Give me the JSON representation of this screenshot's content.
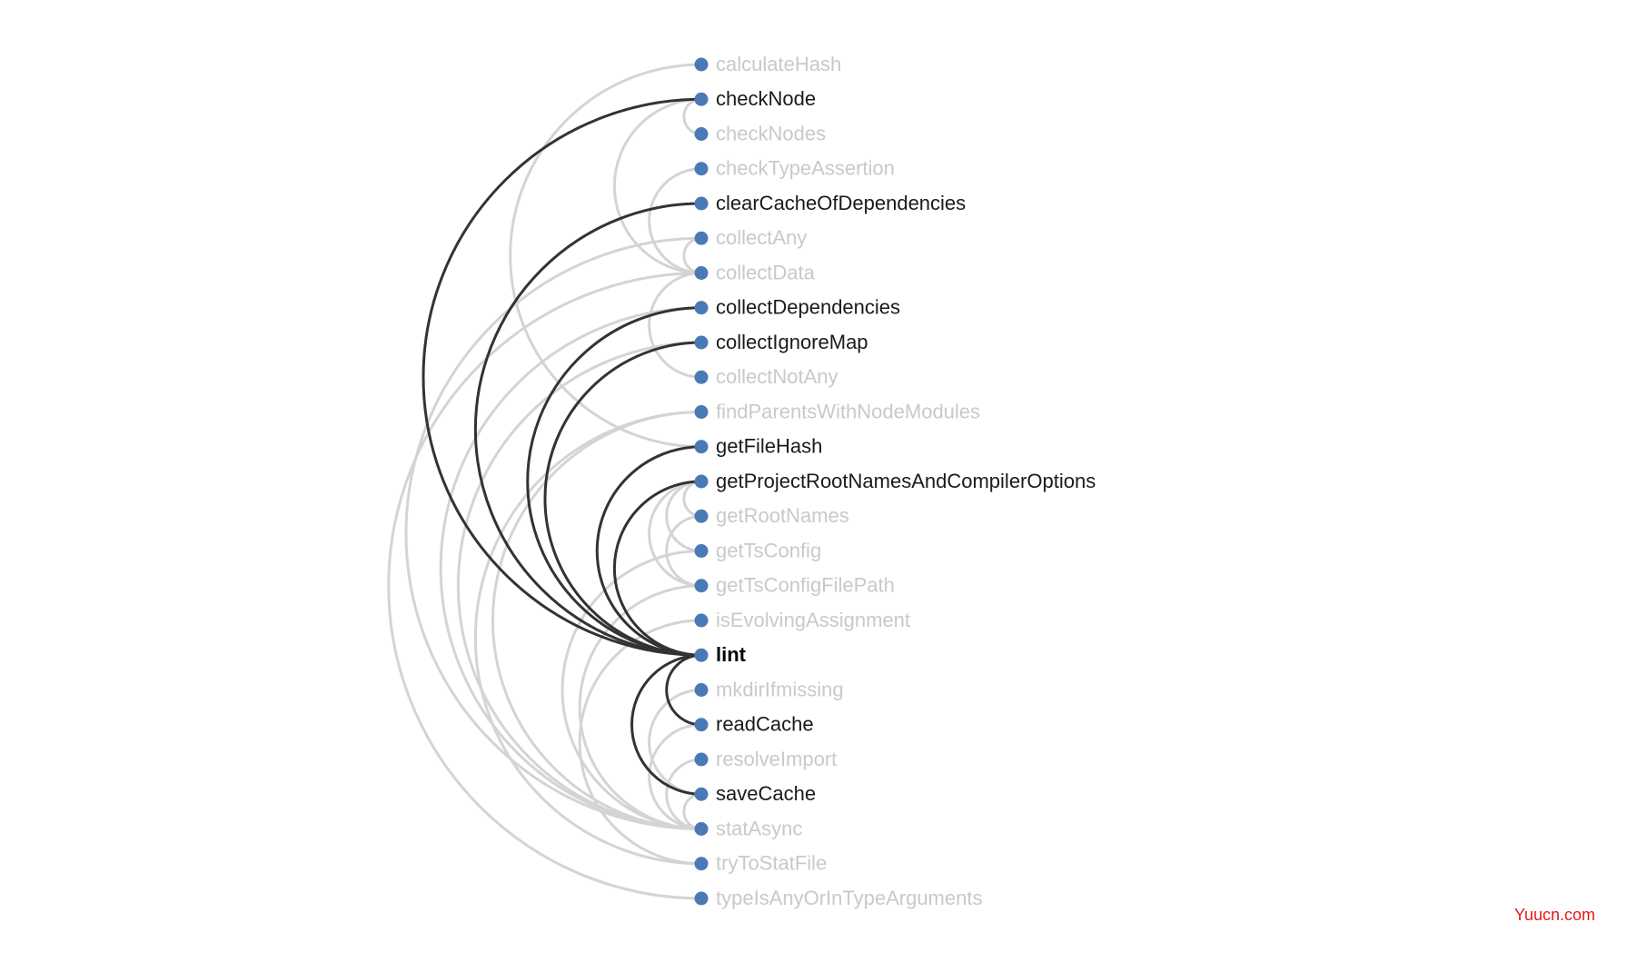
{
  "diagram": {
    "focus_node": "lint",
    "nodes": [
      {
        "name": "calculateHash",
        "state": "dim"
      },
      {
        "name": "checkNode",
        "state": "highlight"
      },
      {
        "name": "checkNodes",
        "state": "dim"
      },
      {
        "name": "checkTypeAssertion",
        "state": "dim"
      },
      {
        "name": "clearCacheOfDependencies",
        "state": "highlight"
      },
      {
        "name": "collectAny",
        "state": "dim"
      },
      {
        "name": "collectData",
        "state": "dim"
      },
      {
        "name": "collectDependencies",
        "state": "highlight"
      },
      {
        "name": "collectIgnoreMap",
        "state": "highlight"
      },
      {
        "name": "collectNotAny",
        "state": "dim"
      },
      {
        "name": "findParentsWithNodeModules",
        "state": "dim"
      },
      {
        "name": "getFileHash",
        "state": "highlight"
      },
      {
        "name": "getProjectRootNamesAndCompilerOptions",
        "state": "highlight"
      },
      {
        "name": "getRootNames",
        "state": "dim"
      },
      {
        "name": "getTsConfig",
        "state": "dim"
      },
      {
        "name": "getTsConfigFilePath",
        "state": "dim"
      },
      {
        "name": "isEvolvingAssignment",
        "state": "dim"
      },
      {
        "name": "lint",
        "state": "focus"
      },
      {
        "name": "mkdirIfmissing",
        "state": "dim"
      },
      {
        "name": "readCache",
        "state": "highlight"
      },
      {
        "name": "resolveImport",
        "state": "dim"
      },
      {
        "name": "saveCache",
        "state": "highlight"
      },
      {
        "name": "statAsync",
        "state": "dim"
      },
      {
        "name": "tryToStatFile",
        "state": "dim"
      },
      {
        "name": "typeIsAnyOrInTypeArguments",
        "state": "dim"
      }
    ],
    "links": [
      {
        "source": "lint",
        "target": "checkNode",
        "state": "highlight"
      },
      {
        "source": "lint",
        "target": "clearCacheOfDependencies",
        "state": "highlight"
      },
      {
        "source": "lint",
        "target": "collectDependencies",
        "state": "highlight"
      },
      {
        "source": "lint",
        "target": "collectIgnoreMap",
        "state": "highlight"
      },
      {
        "source": "lint",
        "target": "getFileHash",
        "state": "highlight"
      },
      {
        "source": "lint",
        "target": "getProjectRootNamesAndCompilerOptions",
        "state": "highlight"
      },
      {
        "source": "lint",
        "target": "readCache",
        "state": "highlight"
      },
      {
        "source": "lint",
        "target": "saveCache",
        "state": "highlight"
      },
      {
        "source": "calculateHash",
        "target": "getFileHash",
        "state": "dim"
      },
      {
        "source": "checkNode",
        "target": "checkNodes",
        "state": "dim"
      },
      {
        "source": "checkNode",
        "target": "collectData",
        "state": "dim"
      },
      {
        "source": "checkTypeAssertion",
        "target": "collectData",
        "state": "dim"
      },
      {
        "source": "collectAny",
        "target": "collectData",
        "state": "dim"
      },
      {
        "source": "collectData",
        "target": "collectNotAny",
        "state": "dim"
      },
      {
        "source": "collectData",
        "target": "typeIsAnyOrInTypeArguments",
        "state": "dim"
      },
      {
        "source": "collectAny",
        "target": "statAsync",
        "state": "dim"
      },
      {
        "source": "collectDependencies",
        "target": "statAsync",
        "state": "dim"
      },
      {
        "source": "collectIgnoreMap",
        "target": "statAsync",
        "state": "dim"
      },
      {
        "source": "findParentsWithNodeModules",
        "target": "tryToStatFile",
        "state": "dim"
      },
      {
        "source": "findParentsWithNodeModules",
        "target": "statAsync",
        "state": "dim"
      },
      {
        "source": "getProjectRootNamesAndCompilerOptions",
        "target": "getRootNames",
        "state": "dim"
      },
      {
        "source": "getProjectRootNamesAndCompilerOptions",
        "target": "getTsConfig",
        "state": "dim"
      },
      {
        "source": "getProjectRootNamesAndCompilerOptions",
        "target": "getTsConfigFilePath",
        "state": "dim"
      },
      {
        "source": "getRootNames",
        "target": "getTsConfigFilePath",
        "state": "dim"
      },
      {
        "source": "getTsConfig",
        "target": "statAsync",
        "state": "dim"
      },
      {
        "source": "getTsConfigFilePath",
        "target": "statAsync",
        "state": "dim"
      },
      {
        "source": "isEvolvingAssignment",
        "target": "tryToStatFile",
        "state": "dim"
      },
      {
        "source": "mkdirIfmissing",
        "target": "saveCache",
        "state": "dim"
      },
      {
        "source": "readCache",
        "target": "statAsync",
        "state": "dim"
      },
      {
        "source": "resolveImport",
        "target": "statAsync",
        "state": "dim"
      },
      {
        "source": "saveCache",
        "target": "statAsync",
        "state": "dim"
      }
    ]
  },
  "watermark": "Yuucn.com",
  "colors": {
    "node": "#4a7ab5",
    "link_dim": "#d4d4d4",
    "link_highlight": "#333333",
    "label_dim": "#c9c9c9",
    "label_highlight": "#1a1a1a",
    "watermark": "#e21a1a"
  }
}
